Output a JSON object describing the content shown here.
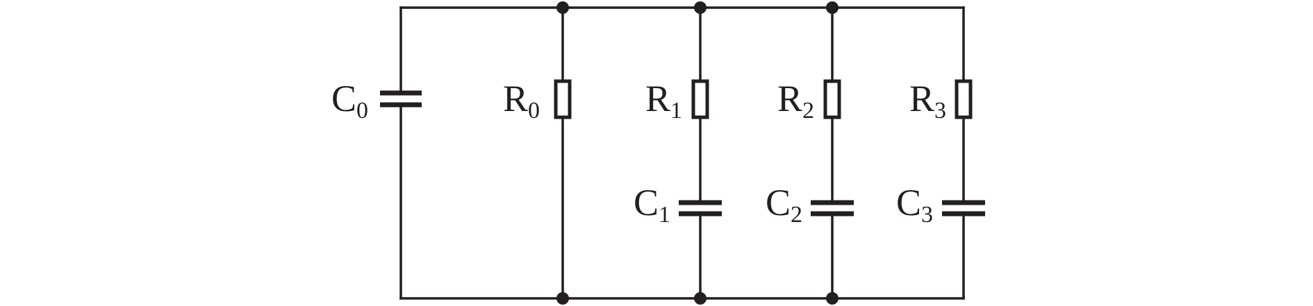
{
  "diagram": {
    "labels": {
      "C0": {
        "main": "C",
        "sub": "0"
      },
      "R0": {
        "main": "R",
        "sub": "0"
      },
      "R1": {
        "main": "R",
        "sub": "1"
      },
      "C1": {
        "main": "C",
        "sub": "1"
      },
      "R2": {
        "main": "R",
        "sub": "2"
      },
      "C2": {
        "main": "C",
        "sub": "2"
      },
      "R3": {
        "main": "R",
        "sub": "3"
      },
      "C3": {
        "main": "C",
        "sub": "3"
      }
    },
    "colors": {
      "line": "#231f20",
      "background": "#ffffff"
    }
  }
}
